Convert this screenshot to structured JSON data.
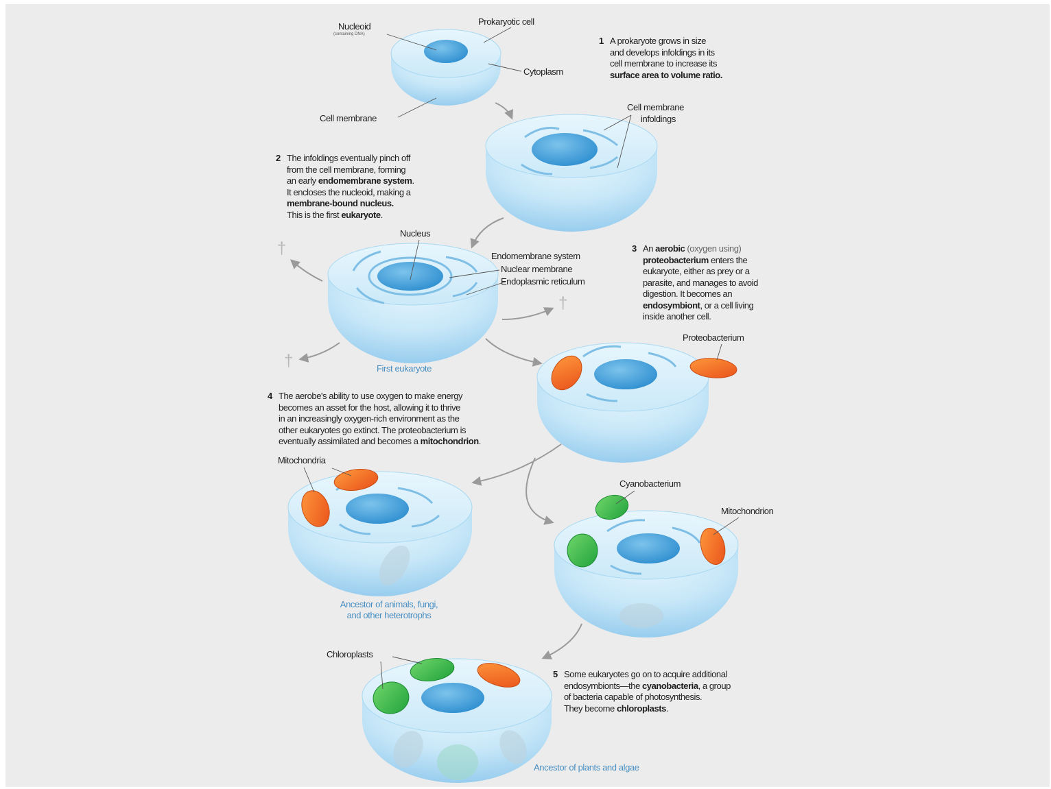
{
  "labels": {
    "nucleoid": "Nucleoid",
    "nucleoid_sub": "(containing DNA)",
    "prokaryotic_cell": "Prokaryotic cell",
    "cytoplasm": "Cytoplasm",
    "cell_membrane": "Cell membrane",
    "cell_membrane_infoldings_1": "Cell membrane",
    "cell_membrane_infoldings_2": "infoldings",
    "nucleus": "Nucleus",
    "endomembrane_system": "Endomembrane system",
    "nuclear_membrane": "Nuclear membrane",
    "endoplasmic_reticulum": "Endoplasmic reticulum",
    "proteobacterium": "Proteobacterium",
    "mitochondria": "Mitochondria",
    "cyanobacterium": "Cyanobacterium",
    "mitochondrion": "Mitochondrion",
    "chloroplasts": "Chloroplasts",
    "extinct_mark": "†"
  },
  "captions": {
    "first_eukaryote": "First eukaryote",
    "animals_1": "Ancestor of animals, fungi,",
    "animals_2": "and other heterotrophs",
    "plants": "Ancestor of plants and algae"
  },
  "steps": [
    {
      "number": "1",
      "lines": [
        [
          {
            "t": "A prokaryote grows in size"
          }
        ],
        [
          {
            "t": "and develops infoldings in its"
          }
        ],
        [
          {
            "t": "cell membrane to increase its"
          }
        ],
        [
          {
            "t": "surface area to volume ratio.",
            "b": true
          }
        ]
      ]
    },
    {
      "number": "2",
      "lines": [
        [
          {
            "t": "The infoldings eventually pinch off"
          }
        ],
        [
          {
            "t": "from the cell membrane, forming"
          }
        ],
        [
          {
            "t": "an early "
          },
          {
            "t": "endomembrane system",
            "b": true
          },
          {
            "t": "."
          }
        ],
        [
          {
            "t": "It encloses the nucleoid, making a"
          }
        ],
        [
          {
            "t": "membrane-bound nucleus.",
            "b": true
          }
        ],
        [
          {
            "t": "This is the first "
          },
          {
            "t": "eukaryote",
            "b": true
          },
          {
            "t": "."
          }
        ]
      ]
    },
    {
      "number": "3",
      "lines": [
        [
          {
            "t": "An "
          },
          {
            "t": "aerobic",
            "b": true
          },
          {
            "t": " (oxygen using)",
            "l": true
          }
        ],
        [
          {
            "t": "proteobacterium",
            "b": true
          },
          {
            "t": " enters the"
          }
        ],
        [
          {
            "t": "eukaryote, either as prey or a"
          }
        ],
        [
          {
            "t": "parasite, and manages to avoid"
          }
        ],
        [
          {
            "t": "digestion. It becomes an"
          }
        ],
        [
          {
            "t": "endosymbiont",
            "b": true
          },
          {
            "t": ", or a cell living"
          }
        ],
        [
          {
            "t": "inside another cell."
          }
        ]
      ]
    },
    {
      "number": "4",
      "lines": [
        [
          {
            "t": "The aerobe's ability to use oxygen to make energy"
          }
        ],
        [
          {
            "t": "becomes an asset for the host, allowing it to thrive"
          }
        ],
        [
          {
            "t": "in an increasingly oxygen-rich environment as the"
          }
        ],
        [
          {
            "t": "other eukaryotes go extinct. The proteobacterium is"
          }
        ],
        [
          {
            "t": "eventually assimilated and becomes a "
          },
          {
            "t": "mitochondrion",
            "b": true
          },
          {
            "t": "."
          }
        ]
      ]
    },
    {
      "number": "5",
      "lines": [
        [
          {
            "t": "Some eukaryotes go on to acquire additional"
          }
        ],
        [
          {
            "t": "endosymbionts—the "
          },
          {
            "t": "cyanobacteria",
            "b": true
          },
          {
            "t": ", a group"
          }
        ],
        [
          {
            "t": "of bacteria capable of photosynthesis."
          }
        ],
        [
          {
            "t": "They become "
          },
          {
            "t": "chloroplasts",
            "b": true
          },
          {
            "t": "."
          }
        ]
      ]
    }
  ],
  "colors": {
    "cell_fill": "#bfe3f7",
    "nucleus": "#4aa6dc",
    "mitochondrion": "#f26a22",
    "chloroplast": "#35b64a",
    "arrow": "#9a9a9a",
    "caption": "#4a8fc2"
  }
}
